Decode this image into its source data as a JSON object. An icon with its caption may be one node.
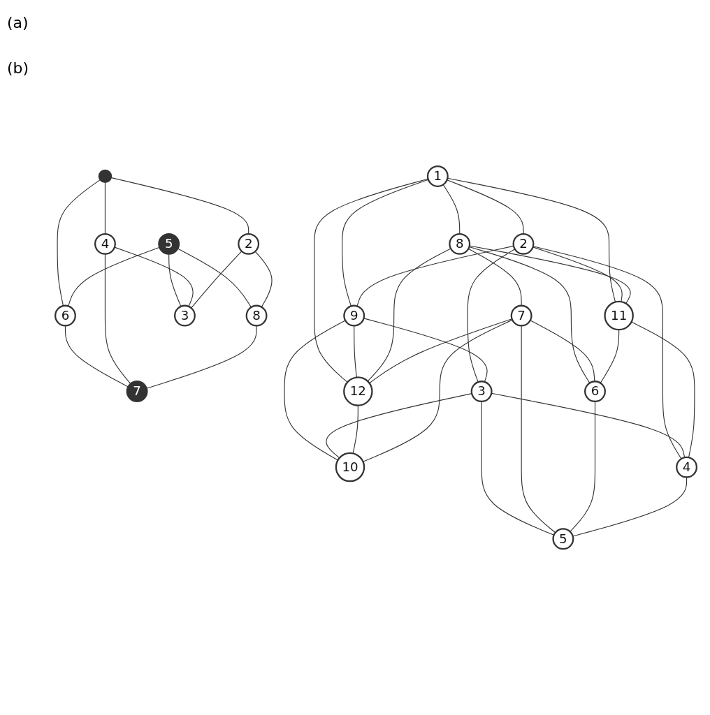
{
  "diagram": {
    "nodes": [
      {
        "text": [],
        "shape": "circle"
      },
      {
        "text": [
          "5"
        ]
      },
      {
        "text": [
          "6"
        ]
      },
      {
        "text": [
          "2"
        ]
      },
      {
        "text": [
          "4"
        ]
      },
      {
        "text": [
          "8"
        ]
      },
      {
        "text": [
          "7"
        ]
      },
      {
        "text": [
          "3"
        ]
      },
      {
        "text": [
          "1"
        ]
      },
      {
        "text": [
          "2"
        ]
      },
      {
        "text": [
          "9"
        ]
      },
      {
        "text": [
          "8"
        ]
      },
      {
        "text": [
          "3"
        ]
      },
      {
        "text": [
          "12"
        ]
      },
      {
        "text": [
          "10"
        ]
      },
      {
        "text": [
          "7"
        ]
      },
      {
        "text": [
          "11"
        ]
      },
      {
        "text": [
          "4"
        ]
      },
      {
        "text": [
          "6"
        ]
      },
      {
        "text": [
          "5"
        ]
      }
    ],
    "edges": [
      {
        "from": 0,
        "to": 4,
        "arrow": "none"
      },
      {
        "from": 0,
        "to": 2,
        "arrow": "none"
      },
      {
        "from": 0,
        "to": 3,
        "arrow": "none"
      },
      {
        "from": 1,
        "to": 2,
        "arrow": "none"
      },
      {
        "from": 1,
        "to": 5,
        "arrow": "none"
      },
      {
        "from": 1,
        "to": 7,
        "arrow": "none"
      },
      {
        "from": 2,
        "to": 6,
        "arrow": "none"
      },
      {
        "from": 4,
        "to": 6,
        "arrow": "none"
      },
      {
        "from": 4,
        "to": 7,
        "arrow": "none"
      },
      {
        "from": 3,
        "to": 5,
        "arrow": "none"
      },
      {
        "from": 3,
        "to": 7,
        "arrow": "none"
      },
      {
        "from": 5,
        "to": 6,
        "arrow": "none"
      },
      {
        "from": 8,
        "to": 9,
        "arrow": "none"
      },
      {
        "from": 8,
        "to": 11,
        "arrow": "none"
      },
      {
        "from": 8,
        "to": 13,
        "arrow": "none"
      },
      {
        "from": 8,
        "to": 16,
        "arrow": "none"
      },
      {
        "from": 8,
        "to": 10,
        "arrow": "none"
      },
      {
        "from": 9,
        "to": 10,
        "arrow": "none"
      },
      {
        "from": 9,
        "to": 16,
        "arrow": "none"
      },
      {
        "from": 9,
        "to": 12,
        "arrow": "none"
      },
      {
        "from": 9,
        "to": 17,
        "arrow": "none"
      },
      {
        "from": 10,
        "to": 13,
        "arrow": "none"
      },
      {
        "from": 10,
        "to": 12,
        "arrow": "none"
      },
      {
        "from": 10,
        "to": 14,
        "arrow": "none"
      },
      {
        "from": 12,
        "to": 14,
        "arrow": "none"
      },
      {
        "from": 12,
        "to": 17,
        "arrow": "none"
      },
      {
        "from": 12,
        "to": 19,
        "arrow": "none"
      },
      {
        "from": 11,
        "to": 15,
        "arrow": "none"
      },
      {
        "from": 11,
        "to": 18,
        "arrow": "none"
      },
      {
        "from": 11,
        "to": 13,
        "arrow": "none"
      },
      {
        "from": 11,
        "to": 16,
        "arrow": "none"
      },
      {
        "from": 13,
        "to": 14,
        "arrow": "none"
      },
      {
        "from": 15,
        "to": 13,
        "arrow": "none"
      },
      {
        "from": 15,
        "to": 14,
        "arrow": "none"
      },
      {
        "from": 15,
        "to": 18,
        "arrow": "none"
      },
      {
        "from": 15,
        "to": 19,
        "arrow": "none"
      },
      {
        "from": 16,
        "to": 18,
        "arrow": "none"
      },
      {
        "from": 16,
        "to": 17,
        "arrow": "none"
      },
      {
        "from": 18,
        "to": 19,
        "arrow": "none"
      },
      {
        "from": 17,
        "to": 19,
        "arrow": "none"
      }
    ],
    "labels": [
      "(a)",
      "(b)"
    ]
  }
}
